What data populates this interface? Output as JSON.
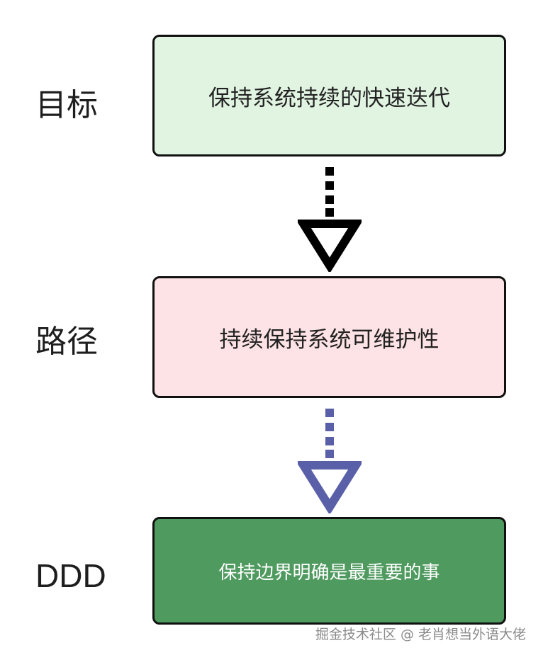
{
  "rows": [
    {
      "label": "目标",
      "text": "保持系统持续的快速迭代",
      "fill": "#e1f4e2"
    },
    {
      "label": "路径",
      "text": "持续保持系统可维护性",
      "fill": "#fde3e5"
    },
    {
      "label": "DDD",
      "text": "保持边界明确是最重要的事",
      "fill": "#4f9a5f"
    }
  ],
  "connectors": [
    {
      "style": "dotted",
      "arrowhead": "hollow-triangle",
      "color": "#000000"
    },
    {
      "style": "dotted",
      "arrowhead": "hollow-triangle",
      "color": "#5a60a8"
    }
  ],
  "watermark": "掘金技术社区 @ 老肖想当外语大佬"
}
